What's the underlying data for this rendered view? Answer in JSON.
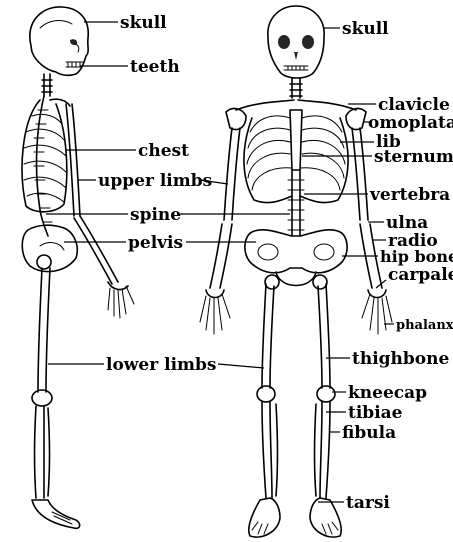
{
  "labels": {
    "skull_left": "skull",
    "teeth": "teeth",
    "chest": "chest",
    "upper_limbs": "upper limbs",
    "spine": "spine",
    "pelvis": "pelvis",
    "lower_limbs": "lower limbs",
    "skull_right": "skull",
    "clavicle": "clavicle",
    "omoplata": "omoplata",
    "lib": "lib",
    "sternum": "sternum",
    "vertebra": "vertebra",
    "ulna": "ulna",
    "radio": "radio",
    "hip_bone": "hip bone",
    "carpale": "carpale",
    "phalanx": "phalanx",
    "thighbone": "thighbone",
    "kneecap": "kneecap",
    "tibiae": "tibiae",
    "fibula": "fibula",
    "tarsi": "tarsi"
  }
}
